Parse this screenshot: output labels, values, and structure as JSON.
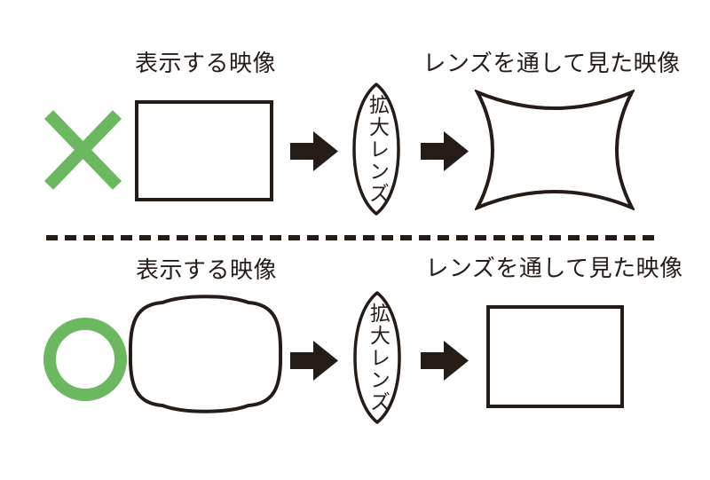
{
  "page": {
    "background": "#ffffff",
    "description": "Two-row diagram comparing images shown through a magnifying lens"
  },
  "colors": {
    "ink": "#251c18",
    "accent_green": "#6cb860"
  },
  "labels": {
    "displayed_image": "表示する映像",
    "viewed_through_lens": "レンズを通して見た映像",
    "magnifying_lens": "拡大レンズ"
  },
  "rows": [
    {
      "verdict": "incorrect",
      "mark_icon": "cross-icon",
      "input_shape": "rectangle",
      "lens_label": "拡大レンズ",
      "output_shape": "pincushion-distorted-rectangle"
    },
    {
      "verdict": "correct",
      "mark_icon": "circle-icon",
      "input_shape": "barrel-pre-distorted-rectangle",
      "lens_label": "拡大レンズ",
      "output_shape": "rectangle"
    }
  ],
  "icons": {
    "flow_arrow": "right-arrow-icon",
    "separator": "dashed-divider"
  }
}
